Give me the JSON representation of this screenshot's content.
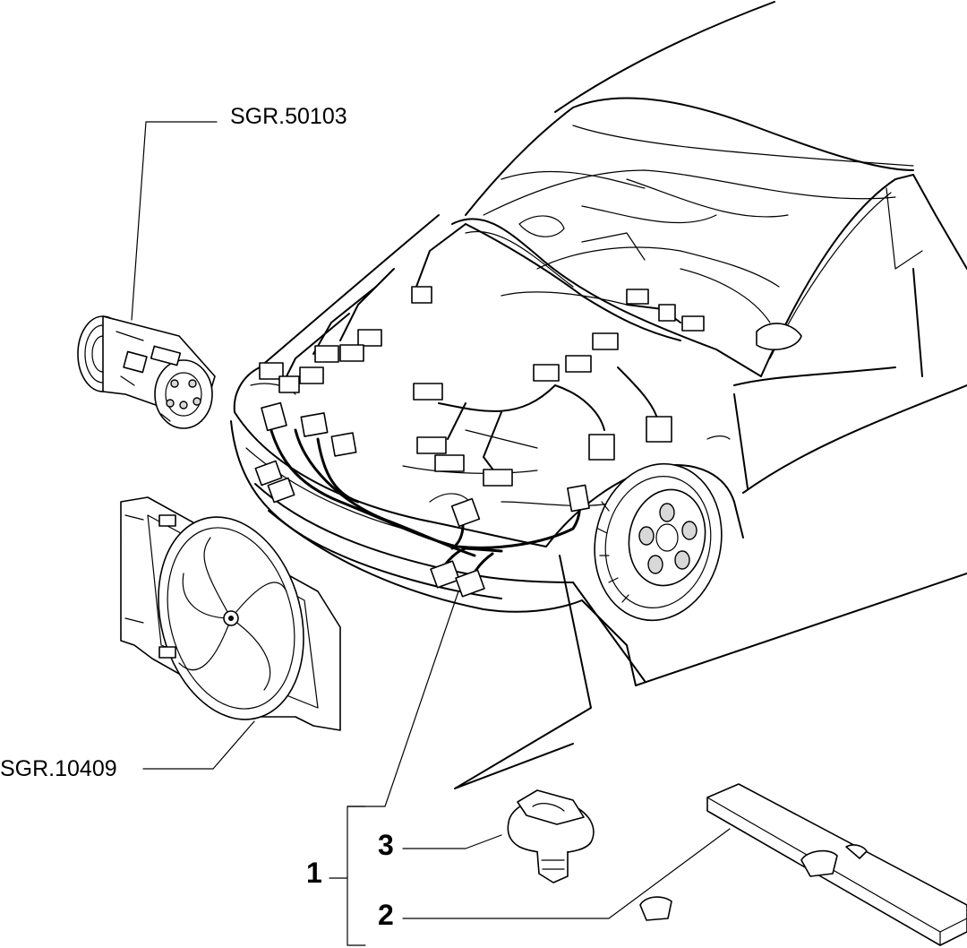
{
  "labels": {
    "compressor_ref": "SGR.50103",
    "fan_ref": "SGR.10409",
    "item_1": "1",
    "item_2": "2",
    "item_3": "3"
  }
}
